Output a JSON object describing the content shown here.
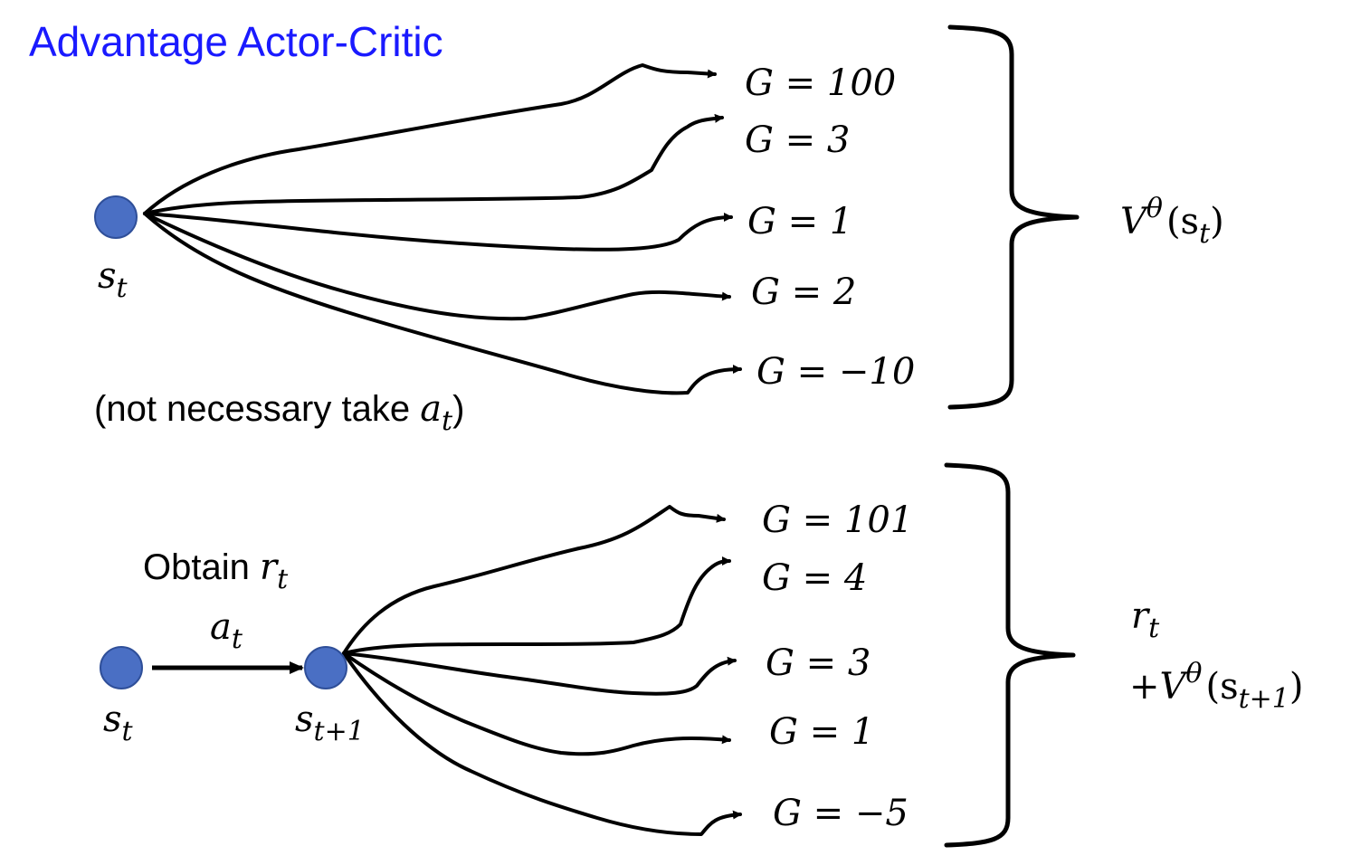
{
  "title": "Advantage Actor-Critic",
  "top": {
    "state_label": "s",
    "state_sub": "t",
    "note_text": "(not necessary take ",
    "note_var": "a",
    "note_sub": "t",
    "note_close": ")",
    "returns": [
      "G = 100",
      "G = 3",
      "G = 1",
      "G = 2",
      "G = −10"
    ],
    "value_label": "V",
    "value_sup": "θ",
    "value_arg_open": "(s",
    "value_arg_sub": "t",
    "value_arg_close": ")"
  },
  "bottom": {
    "state_label": "s",
    "state_sub": "t",
    "next_state_label": "s",
    "next_state_sub": "t+1",
    "obtain_text": "Obtain ",
    "obtain_var": "r",
    "obtain_sub": "t",
    "action_var": "a",
    "action_sub": "t",
    "returns": [
      "G = 101",
      "G = 4",
      "G = 3",
      "G = 1",
      "G = −5"
    ],
    "target_line1_var": "r",
    "target_line1_sub": "t",
    "target_line2_prefix": "+V",
    "target_line2_sup": "θ",
    "target_line2_arg_open": "(s",
    "target_line2_arg_sub": "t+1",
    "target_line2_arg_close": ")"
  },
  "colors": {
    "title": "#1a1aff",
    "node_fill": "#4a6fc4",
    "line": "#000000"
  }
}
